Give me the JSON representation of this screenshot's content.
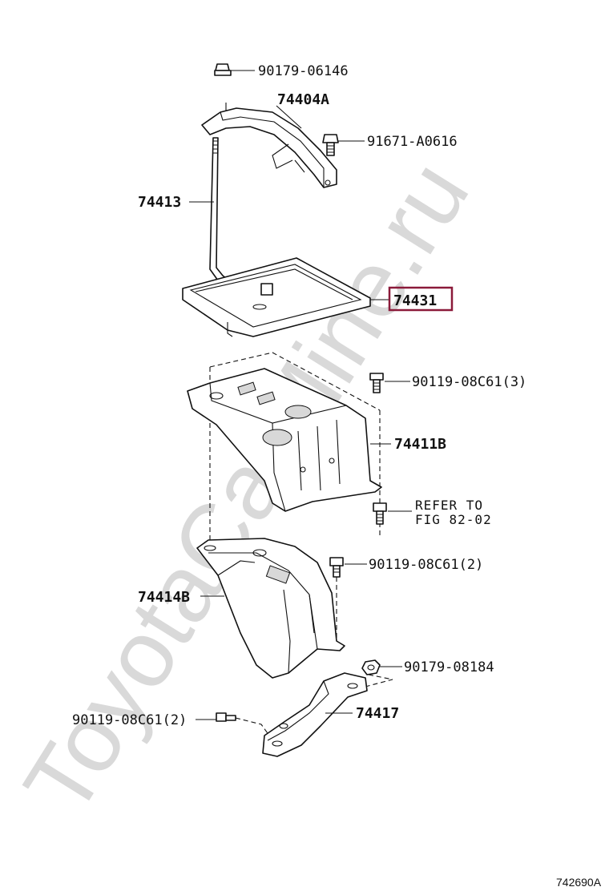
{
  "watermark": "ToyotaCarMine.ru",
  "labels": {
    "p90179_06146": "90179-06146",
    "p74404a": "74404A",
    "p91671_a0616": "91671-A0616",
    "p74413": "74413",
    "p74431": "74431",
    "p90119_08c61_3": "90119-08C61(3)",
    "p74411b": "74411B",
    "refer_line1": "REFER TO",
    "refer_line2": "FIG 82-02",
    "p90119_08c61_2a": "90119-08C61(2)",
    "p74414b": "74414B",
    "p90179_08184": "90179-08184",
    "p90119_08c61_2b": "90119-08C61(2)",
    "p74417": "74417"
  },
  "diagram_code": "742690A",
  "colors": {
    "highlight": "#8b1a3a",
    "line": "#111111",
    "watermark": "#d9d9d9"
  }
}
